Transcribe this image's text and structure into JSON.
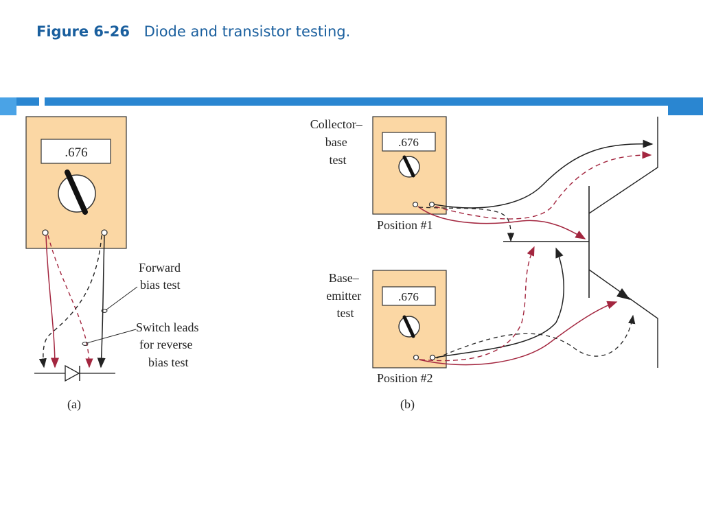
{
  "title": {
    "figure_number": "Figure 6-26",
    "caption": "Diode and transistor testing."
  },
  "meter_reading": ".676",
  "panel_a": {
    "label": "(a)",
    "forward_label": [
      "Forward",
      "bias test"
    ],
    "switch_label": [
      "Switch leads",
      "for reverse",
      "bias test"
    ]
  },
  "panel_b": {
    "label": "(b)",
    "collector_base_label": [
      "Collector–",
      "base",
      "test"
    ],
    "base_emitter_label": [
      "Base–",
      "emitter",
      "test"
    ],
    "position1": "Position #1",
    "position2": "Position #2"
  },
  "colors": {
    "title": "#1a5f9e",
    "band": "#2a86d1",
    "meter_fill": "#fbd7a4",
    "probe_red": "#a3263f",
    "wire_black": "#222222"
  }
}
